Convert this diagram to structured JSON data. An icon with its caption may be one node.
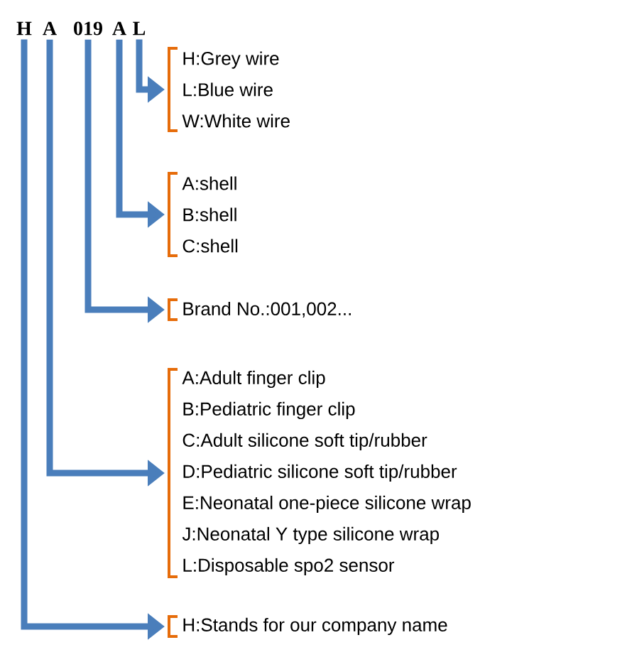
{
  "diagram": {
    "nodes": [
      {
        "text": [
          "H"
        ]
      },
      {
        "text": [
          "A"
        ]
      },
      {
        "text": [
          "019"
        ]
      },
      {
        "text": [
          "A"
        ]
      },
      {
        "text": [
          "L"
        ]
      },
      {
        "text": [
          "H:Grey wire",
          "L:Blue wire",
          "W:White wire"
        ]
      },
      {
        "text": [
          "A:shell",
          "B:shell",
          "C:shell"
        ]
      },
      {
        "text": [
          "Brand No.:001,002..."
        ]
      },
      {
        "text": [
          "A:Adult finger clip",
          "B:Pediatric finger clip",
          "C:Adult silicone soft tip/rubber",
          "D:Pediatric silicone soft tip/rubber",
          "E:Neonatal one-piece silicone wrap",
          "J:Neonatal Y type silicone wrap",
          "L:Disposable spo2 sensor"
        ]
      },
      {
        "text": [
          "H:Stands for our company name"
        ]
      }
    ],
    "edges": [
      {
        "from": 4,
        "to": 5,
        "arrow": "to"
      },
      {
        "from": 3,
        "to": 6,
        "arrow": "to"
      },
      {
        "from": 2,
        "to": 7,
        "arrow": "to"
      },
      {
        "from": 1,
        "to": 8,
        "arrow": "to"
      },
      {
        "from": 0,
        "to": 9,
        "arrow": "to"
      }
    ]
  }
}
